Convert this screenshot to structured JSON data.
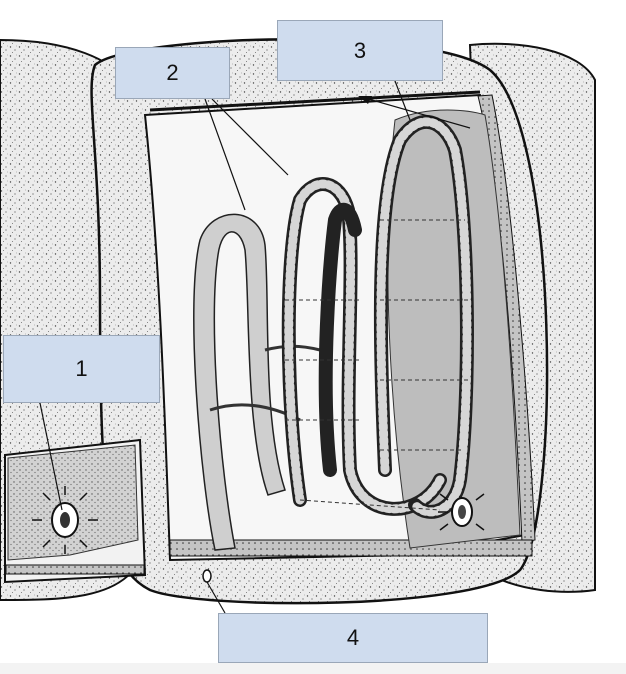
{
  "labels": {
    "box1": "1",
    "box2": "2",
    "box3": "3",
    "box4": "4"
  },
  "colors": {
    "label_fill": "#cfdcee",
    "label_border": "#9aa7b8",
    "tissue": "#e6e6e6",
    "coelom": "#f7f7f7",
    "membrane": "#bdbdbd",
    "vessel": "#cfcfcf",
    "ink": "#111111"
  }
}
